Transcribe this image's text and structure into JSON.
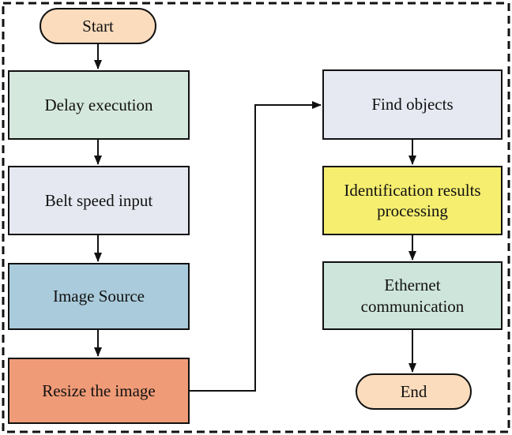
{
  "figure": {
    "type": "flowchart",
    "background": "#ffffff",
    "frame_color": "#111111",
    "line_color": "#111111",
    "text_color": "#111111",
    "nodes": {
      "start": {
        "label": "Start",
        "shape": "terminal",
        "fill": "#fbdcbd"
      },
      "delay": {
        "label": "Delay execution",
        "shape": "process",
        "fill": "#d5e8dd"
      },
      "belt": {
        "label": "Belt speed input",
        "shape": "process",
        "fill": "#e6e8f1"
      },
      "image_source": {
        "label": "Image Source",
        "shape": "process",
        "fill": "#aacbdb"
      },
      "resize": {
        "label": "Resize the image",
        "shape": "process",
        "fill": "#f09b77"
      },
      "find": {
        "label": "Find objects",
        "shape": "process",
        "fill": "#e7e9f2"
      },
      "identification": {
        "label": "Identification results processing",
        "lines": [
          "Identification results",
          "processing"
        ],
        "shape": "process",
        "fill": "#f5ee6f"
      },
      "ethernet": {
        "label": "Ethernet communication",
        "lines": [
          "Ethernet",
          "communication"
        ],
        "shape": "process",
        "fill": "#cee5db"
      },
      "end": {
        "label": "End",
        "shape": "terminal",
        "fill": "#fbdcbd"
      }
    },
    "edges": [
      {
        "from": "start",
        "to": "delay"
      },
      {
        "from": "delay",
        "to": "belt"
      },
      {
        "from": "belt",
        "to": "image_source"
      },
      {
        "from": "image_source",
        "to": "resize"
      },
      {
        "from": "resize",
        "to": "find"
      },
      {
        "from": "find",
        "to": "identification"
      },
      {
        "from": "identification",
        "to": "ethernet"
      },
      {
        "from": "ethernet",
        "to": "end"
      }
    ]
  }
}
